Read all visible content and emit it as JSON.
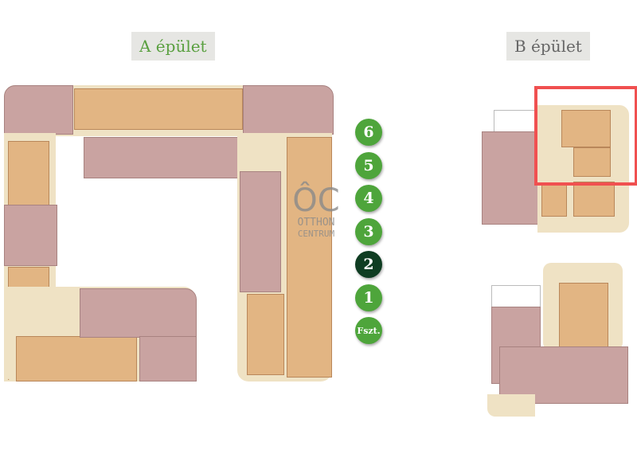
{
  "buildings": [
    {
      "label": "A épület"
    },
    {
      "label": "B épület"
    }
  ],
  "floors": [
    {
      "label": "6",
      "active": false
    },
    {
      "label": "5",
      "active": false
    },
    {
      "label": "4",
      "active": false
    },
    {
      "label": "3",
      "active": false
    },
    {
      "label": "2",
      "active": true
    },
    {
      "label": "1",
      "active": false
    },
    {
      "label": "Fszt.",
      "active": false
    }
  ],
  "watermark": {
    "logo": "ÔC",
    "line1": "OTTHON",
    "line2": "CENTRUM"
  },
  "colors": {
    "accent": "#4ea53b",
    "active": "#0f3d22",
    "highlight": "#f05050"
  }
}
